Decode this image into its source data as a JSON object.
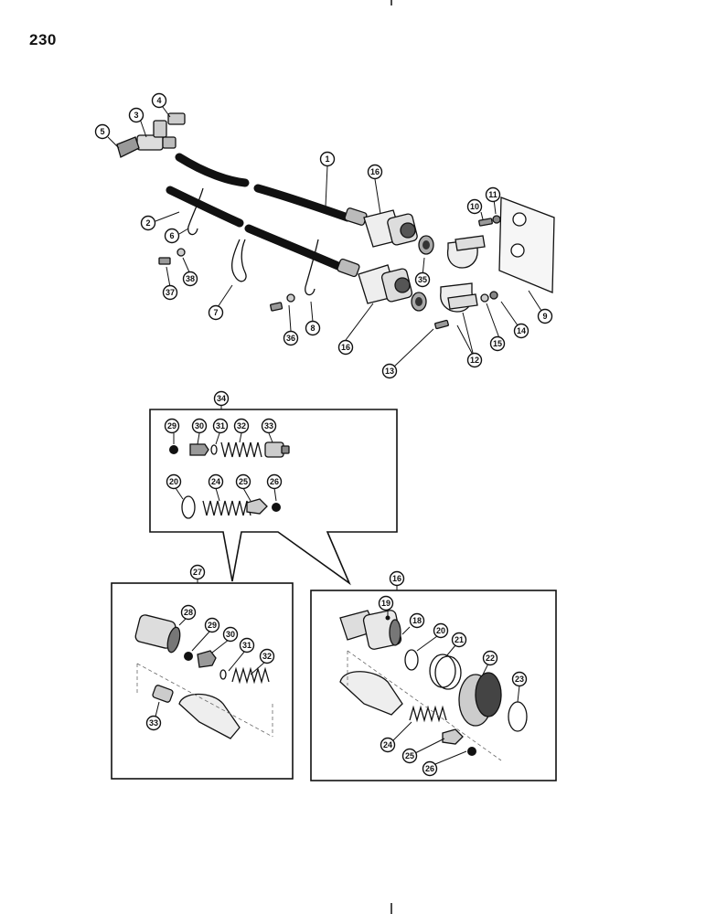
{
  "page_number": "230",
  "callouts": {
    "c1": "1",
    "c2": "2",
    "c3": "3",
    "c4": "4",
    "c5": "5",
    "c6": "6",
    "c7": "7",
    "c8": "8",
    "c9": "9",
    "c10": "10",
    "c11": "11",
    "c12": "12",
    "c13": "13",
    "c14": "14",
    "c15": "15",
    "c16a": "16",
    "c16b": "16",
    "c35": "35",
    "c36": "36",
    "c37": "37",
    "c38": "38",
    "k34": "34",
    "k29": "29",
    "k30": "30",
    "k31": "31",
    "k32": "32",
    "k33": "33",
    "k20": "20",
    "k24": "24",
    "k25": "25",
    "k26": "26",
    "b27": "27",
    "b28": "28",
    "b29": "29",
    "b30": "30",
    "b31": "31",
    "b32": "32",
    "b33": "33",
    "b16": "16",
    "b19": "19",
    "b18": "18",
    "b20": "20",
    "b21": "21",
    "b22": "22",
    "b23": "23",
    "b24": "24",
    "b25": "25",
    "b26": "26"
  }
}
